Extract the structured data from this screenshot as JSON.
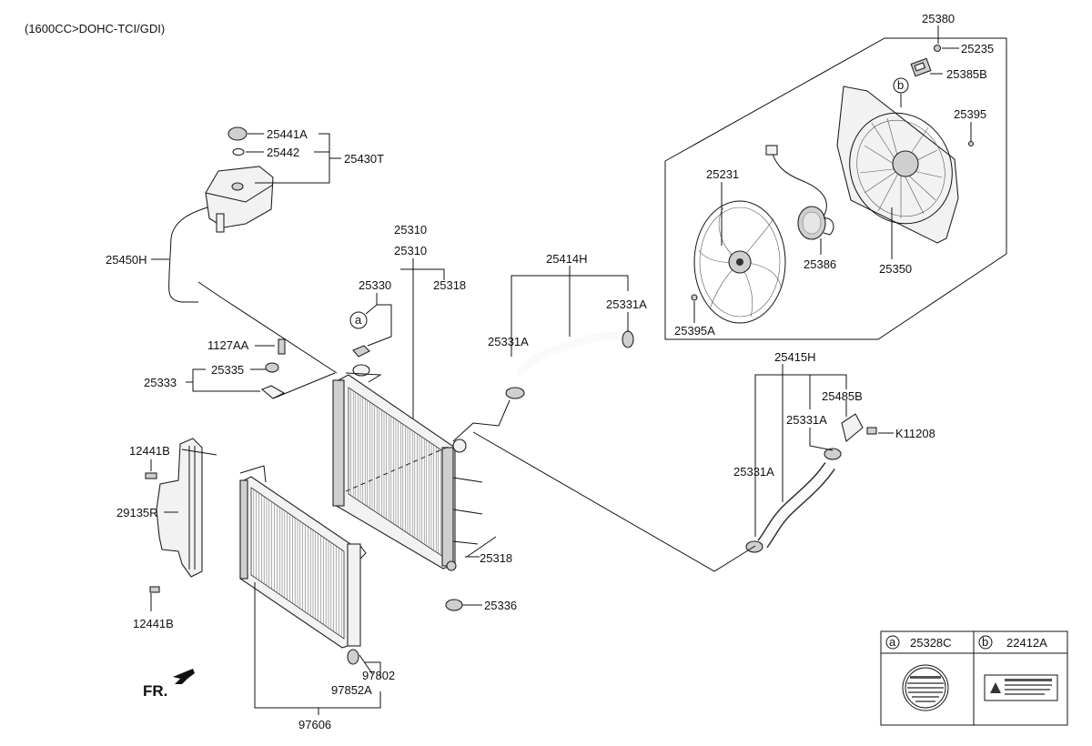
{
  "header": {
    "engine_note": "(1600CC>DOHC-TCI/GDI)"
  },
  "labels": {
    "l_25380": "25380",
    "l_25235": "25235",
    "l_25385B": "25385B",
    "l_25395": "25395",
    "l_25231": "25231",
    "l_25386": "25386",
    "l_25350": "25350",
    "l_25395A": "25395A",
    "l_25441A": "25441A",
    "l_25442": "25442",
    "l_25430T": "25430T",
    "l_25450H": "25450H",
    "l_25310a": "25310",
    "l_25310b": "25310",
    "l_25330": "25330",
    "l_25318a": "25318",
    "l_1127AA": "1127AA",
    "l_25335": "25335",
    "l_25333": "25333",
    "l_25414H": "25414H",
    "l_25331A_1": "25331A",
    "l_25331A_2": "25331A",
    "l_25415H": "25415H",
    "l_25485B": "25485B",
    "l_25331A_3": "25331A",
    "l_K11208": "K11208",
    "l_25331A_4": "25331A",
    "l_12441B_1": "12441B",
    "l_29135R": "29135R",
    "l_12441B_2": "12441B",
    "l_25318b": "25318",
    "l_25336": "25336",
    "l_97802": "97802",
    "l_97852A": "97852A",
    "l_97606": "97606",
    "fr": "FR."
  },
  "callouts": {
    "a": "a",
    "b": "b"
  },
  "legend": {
    "cells": [
      {
        "letter": "a",
        "part": "25328C"
      },
      {
        "letter": "b",
        "part": "22412A"
      }
    ]
  }
}
